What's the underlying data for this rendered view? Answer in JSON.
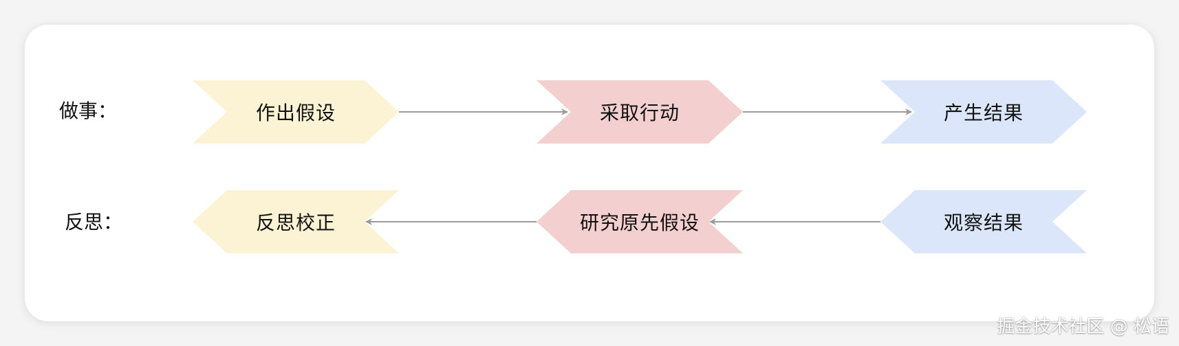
{
  "rows": {
    "doing": {
      "label": "做事：",
      "steps": [
        {
          "text": "作出假设",
          "color": "#fbf3d4"
        },
        {
          "text": "采取行动",
          "color": "#f3cfcf"
        },
        {
          "text": "产生结果",
          "color": "#dbe6fb"
        }
      ]
    },
    "reflecting": {
      "label": "反思：",
      "steps": [
        {
          "text": "反思校正",
          "color": "#fbf3d4"
        },
        {
          "text": "研究原先假设",
          "color": "#f3cfcf"
        },
        {
          "text": "观察结果",
          "color": "#dbe6fb"
        }
      ]
    }
  },
  "arrow_color": "#9a9a9a",
  "watermark": "掘金技术社区 @ 松语"
}
